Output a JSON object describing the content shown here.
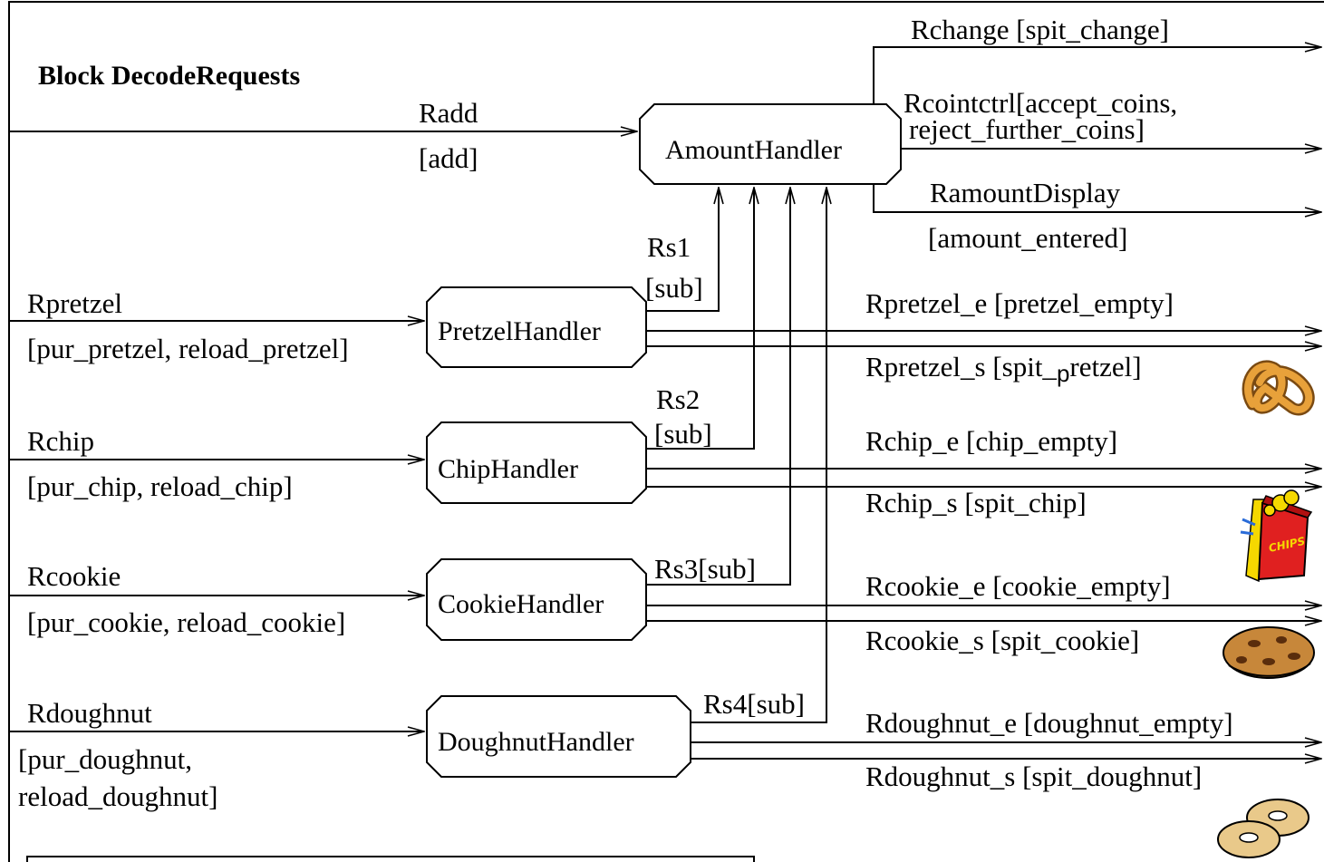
{
  "diagram": {
    "title": "Block DecodeRequests",
    "blocks": {
      "amount": "AmountHandler",
      "pretzel": "PretzelHandler",
      "chip": "ChipHandler",
      "cookie": "CookieHandler",
      "doughnut": "DoughnutHandler"
    },
    "inputs": {
      "radd": {
        "name": "Radd",
        "signals": "[add]"
      },
      "rpretzel": {
        "name": "Rpretzel",
        "signals": "[pur_pretzel, reload_pretzel]"
      },
      "rchip": {
        "name": "Rchip",
        "signals": "[pur_chip, reload_chip]"
      },
      "rcookie": {
        "name": "Rcookie",
        "signals": "[pur_cookie, reload_cookie]"
      },
      "rdoughnut": {
        "name": "Rdoughnut",
        "signals_line1": "[pur_doughnut,",
        "signals_line2": "reload_doughnut]"
      }
    },
    "internal": {
      "rs1": {
        "name": "Rs1",
        "signals": "[sub]"
      },
      "rs2": {
        "name": "Rs2",
        "signals": "[sub]"
      },
      "rs3": "Rs3[sub]",
      "rs4": "Rs4[sub]"
    },
    "outputs": {
      "rchange": "Rchange  [spit_change]",
      "rcointctrl_line1": "Rcointctrl[accept_coins,",
      "rcointctrl_line2": "reject_further_coins]",
      "ramountdisplay": "RamountDisplay",
      "ramountdisplay_signals": "[amount_entered]",
      "rpretzel_e": "Rpretzel_e [pretzel_empty]",
      "rpretzel_s_a": "Rpretzel_s [spit_",
      "rpretzel_s_b": "p",
      "rpretzel_s_c": "retzel]",
      "rchip_e": "Rchip_e  [chip_empty]",
      "rchip_s": "Rchip_s  [spit_chip]",
      "rcookie_e": "Rcookie_e  [cookie_empty]",
      "rcookie_s": "Rcookie_s  [spit_cookie]",
      "rdoughnut_e": "Rdoughnut_e  [doughnut_empty]",
      "rdoughnut_s": "Rdoughnut_s  [spit_doughnut]"
    },
    "clipart": {
      "pretzel": "pretzel-icon",
      "chips": "CHIPS",
      "cookie": "cookie-icon",
      "doughnut": "doughnut-icon"
    },
    "colors": {
      "pretzel": "#e8a13a",
      "chips_bag": "#e02020",
      "chips_yellow": "#f5d800",
      "chips_blue": "#2a6cd8",
      "cookie": "#c7873a",
      "cookie_chip": "#5a2d0c",
      "doughnut": "#e9c98a"
    }
  }
}
